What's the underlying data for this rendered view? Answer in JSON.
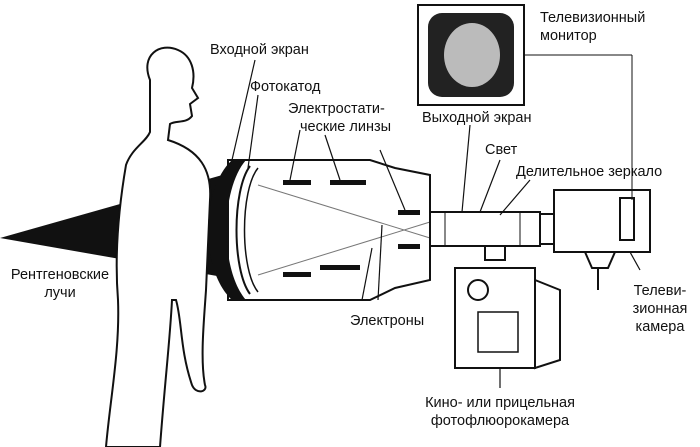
{
  "title": "Схема рентгеновского усилителя изображения",
  "labels": {
    "input_screen": "Входной экран",
    "photocathode": "Фотокатод",
    "lenses_1": "Электростати-",
    "lenses_2": "ческие линзы",
    "output_screen": "Выходной экран",
    "light": "Свет",
    "mirror": "Делительное зеркало",
    "monitor_1": "Телевизионный",
    "monitor_2": "монитор",
    "xray_1": "Рентгеновские",
    "xray_2": "лучи",
    "electrons": "Электроны",
    "camera_1": "Телеви-",
    "camera_2": "зионная",
    "camera_3": "камера",
    "film_1": "Кино- или прицельная",
    "film_2": "фотофлюорокамера"
  }
}
